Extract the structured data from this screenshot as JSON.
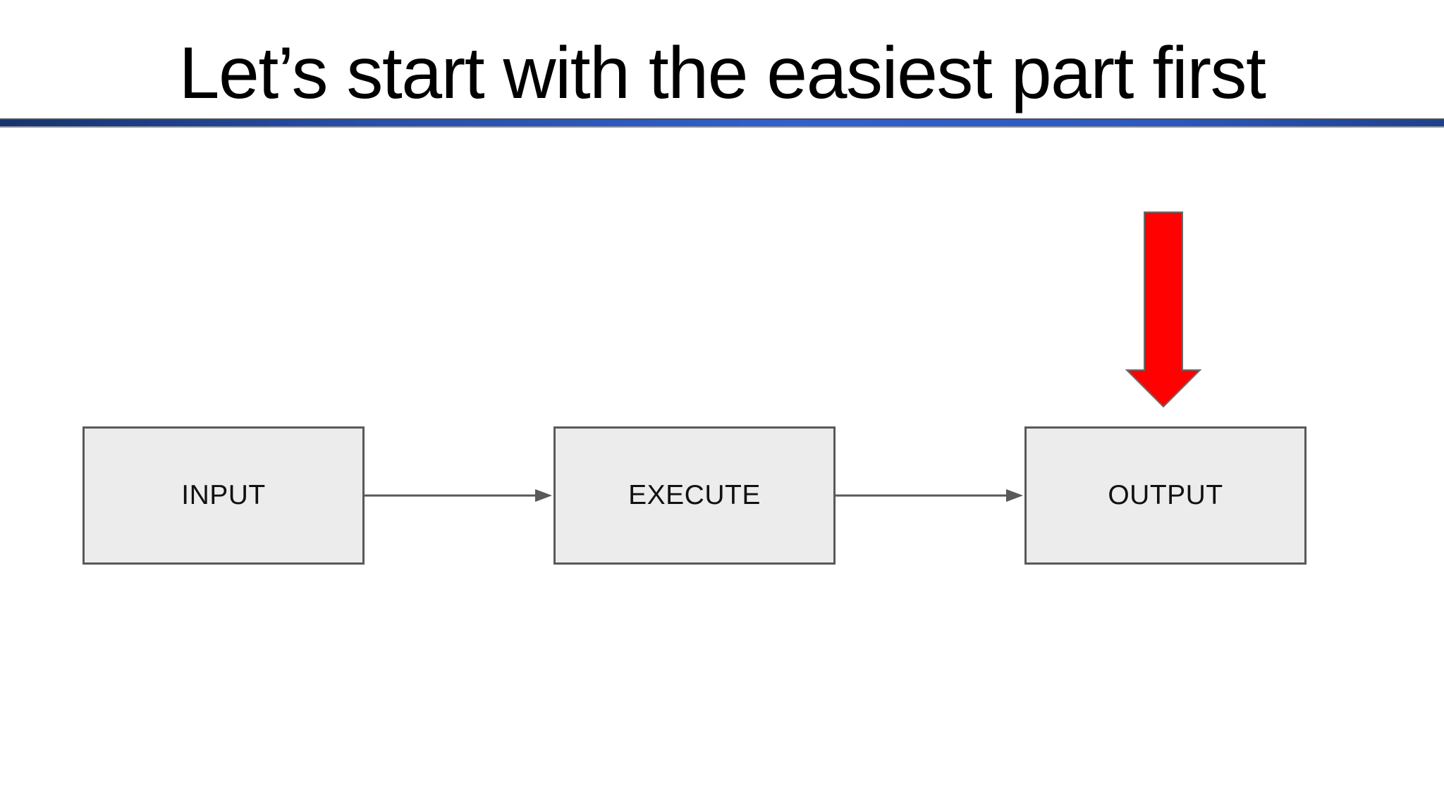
{
  "title": "Let’s start with the easiest part first",
  "flow": {
    "nodes": [
      {
        "id": "input",
        "label": "INPUT"
      },
      {
        "id": "execute",
        "label": "EXECUTE"
      },
      {
        "id": "output",
        "label": "OUTPUT"
      }
    ],
    "connectors": [
      {
        "from": "INPUT",
        "to": "EXECUTE",
        "direction": "right"
      },
      {
        "from": "EXECUTE",
        "to": "OUTPUT",
        "direction": "right"
      }
    ],
    "annotation": {
      "shape": "red-down-arrow",
      "points_to": "OUTPUT"
    }
  },
  "colors": {
    "background": "#ffffff",
    "title_text": "#000000",
    "accent_left": "#16346d",
    "accent_mid": "#3161cb",
    "accent_right": "#1e418c",
    "box_fill": "#edecec",
    "box_border": "#595959",
    "node_text": "#111111",
    "connector": "#595959",
    "red_arrow_fill": "#fe0100",
    "red_arrow_outline": "#6b6b6b"
  }
}
